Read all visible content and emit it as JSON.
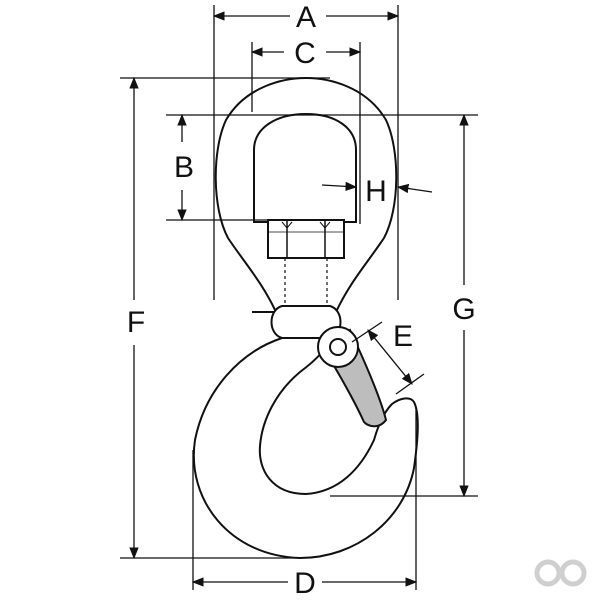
{
  "dimensions": {
    "A": "A",
    "B": "B",
    "C": "C",
    "D": "D",
    "E": "E",
    "F": "F",
    "G": "G",
    "H": "H"
  },
  "colors": {
    "line": "#111111",
    "body_fill": "#ffffff",
    "latch_fill": "#bdbdbd",
    "logo": "#cfcfcf"
  },
  "icons": {
    "logo": "infinity-logo-icon"
  }
}
